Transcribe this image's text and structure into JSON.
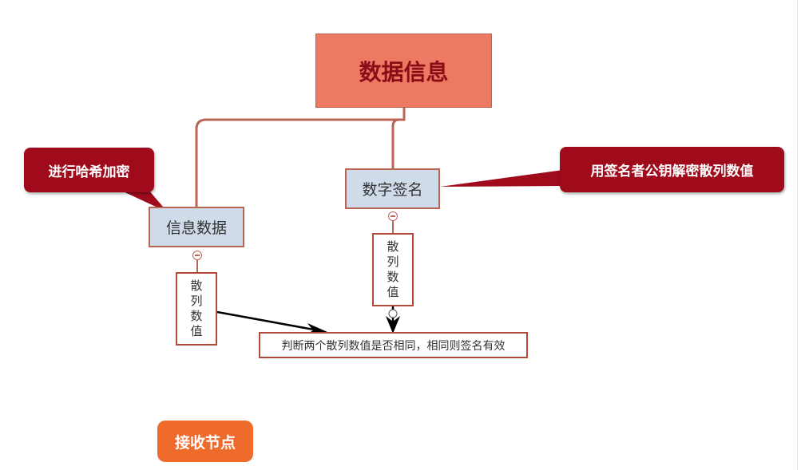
{
  "diagram": {
    "root": {
      "label": "数据信息"
    },
    "topics": {
      "info": {
        "label": "信息数据"
      },
      "sign": {
        "label": "数字签名"
      }
    },
    "hash_values": {
      "left": [
        "散",
        "列",
        "数",
        "值"
      ],
      "right": [
        "散",
        "列",
        "数",
        "值"
      ]
    },
    "judge": {
      "label": "判断两个散列数值是否相同，相同则签名有效"
    },
    "callouts": {
      "left": "进行哈希加密",
      "right": "用签名者公钥解密散列数值"
    },
    "footer_badge": "接收节点"
  },
  "colors": {
    "root_fill": "#ec7a62",
    "root_text": "#8a0c16",
    "topic_fill": "#cfdbe8",
    "connector": "#b86555",
    "callout_fill": "#a00b1c",
    "badge_fill": "#ef6b2c"
  }
}
